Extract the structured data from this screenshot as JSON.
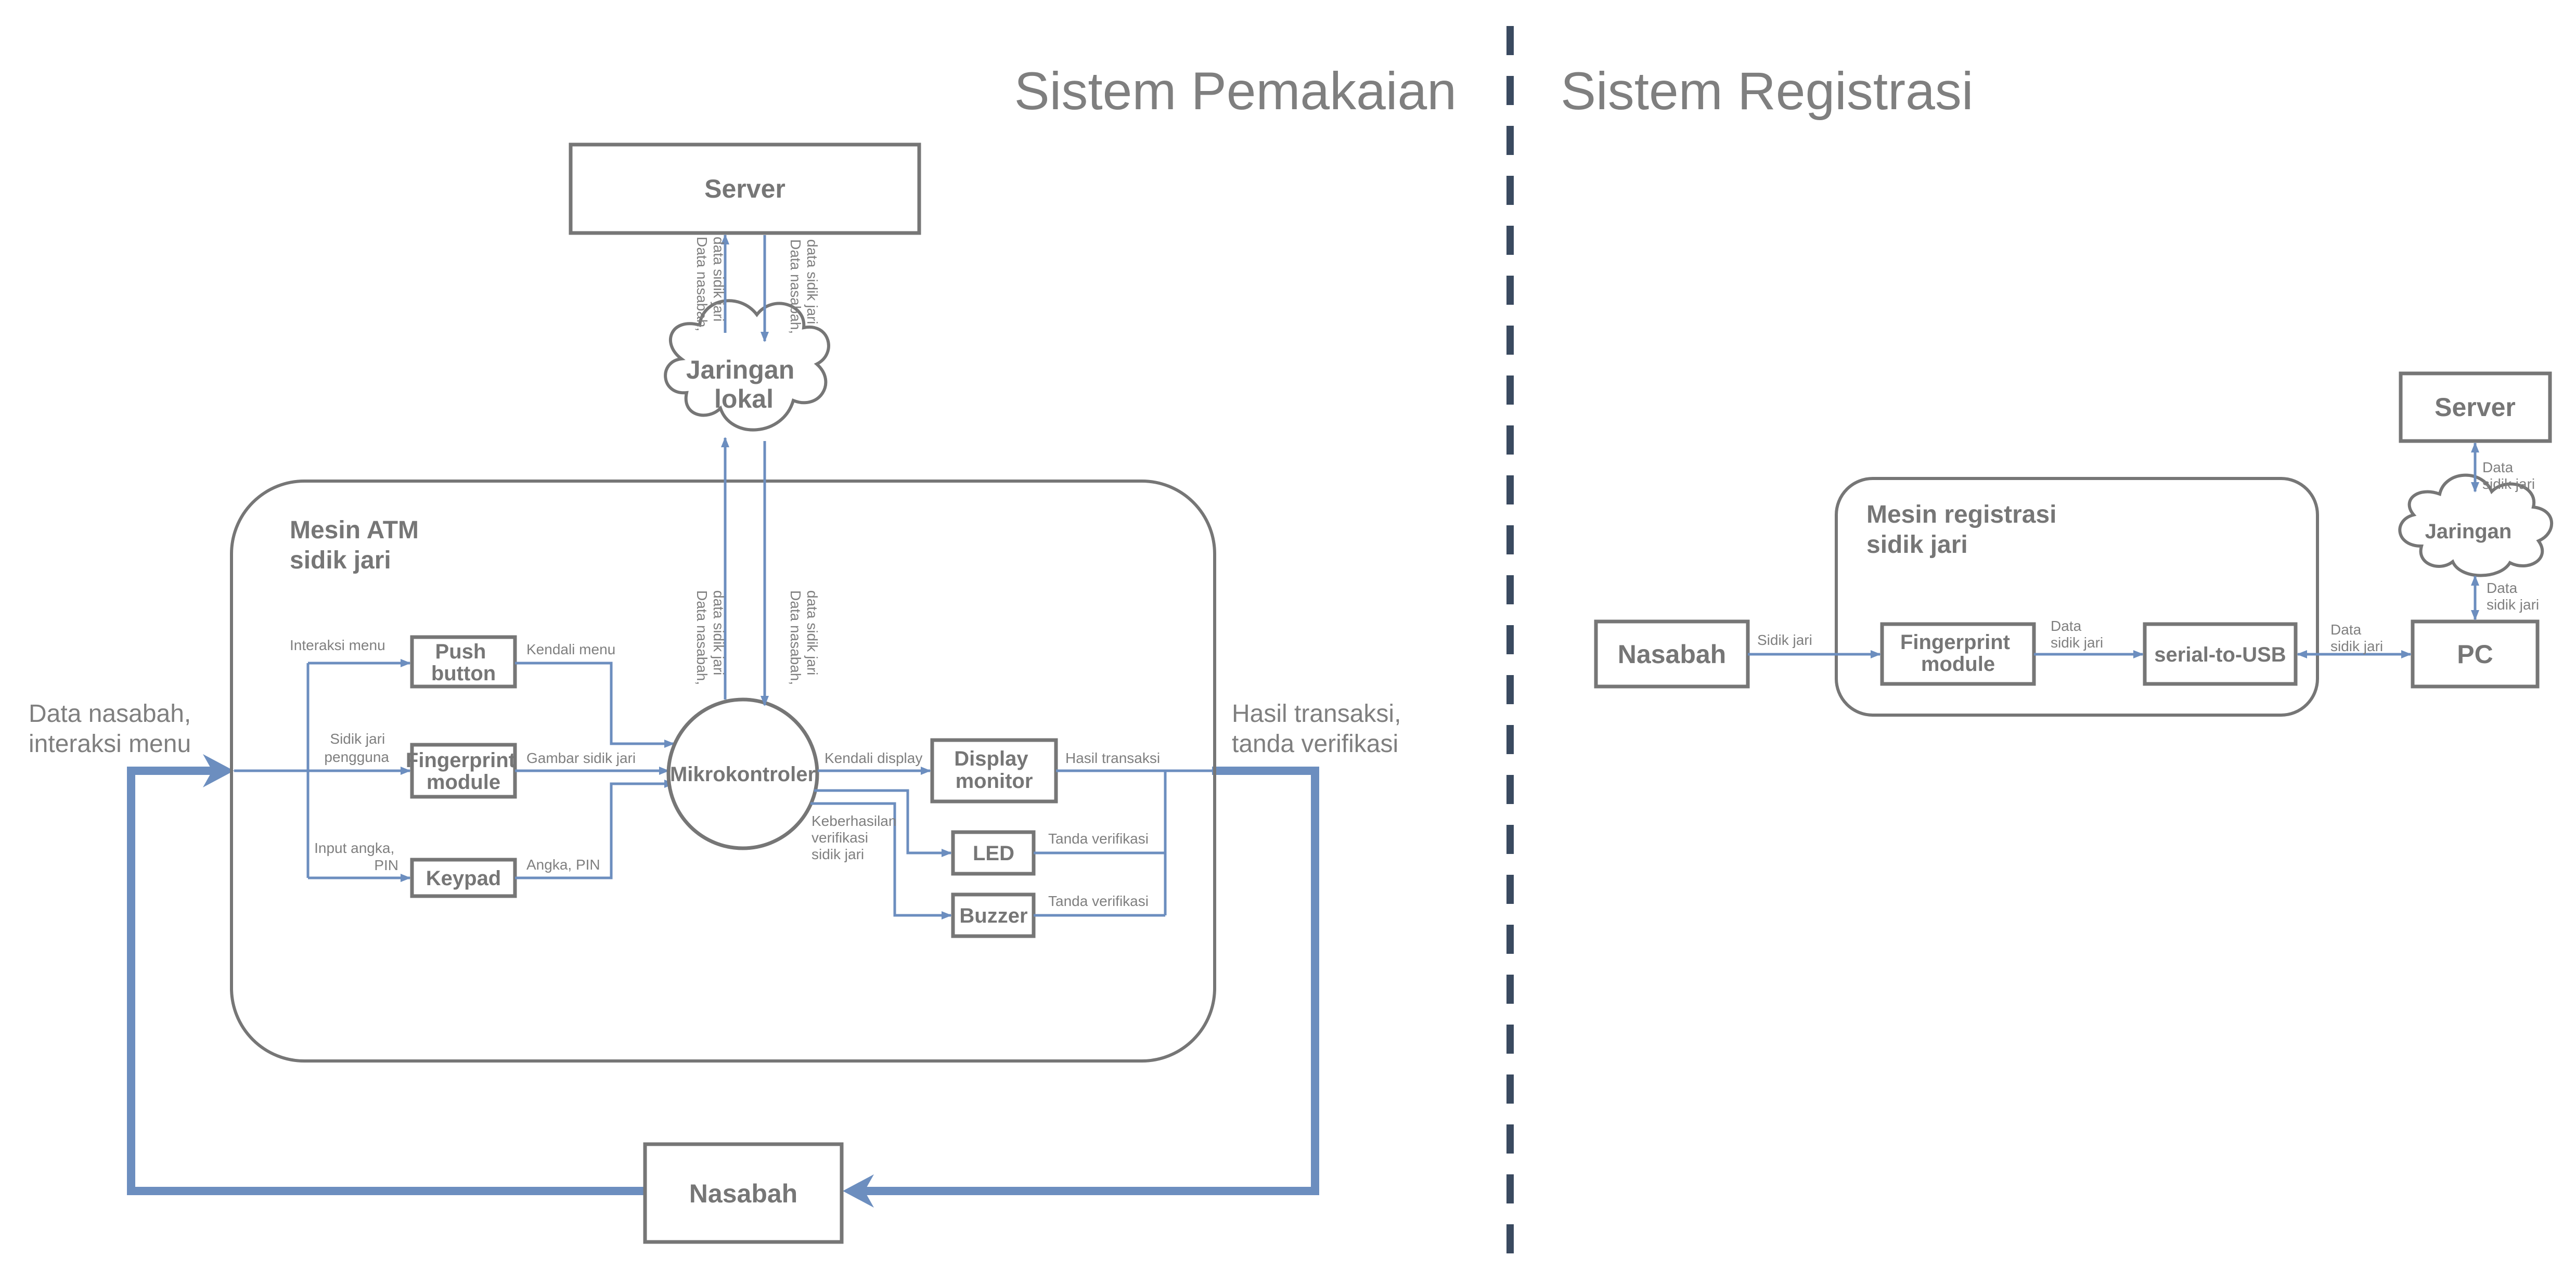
{
  "titles": {
    "usage": "Sistem Pemakaian",
    "registration": "Sistem Registrasi"
  },
  "usage": {
    "server": "Server",
    "network": [
      "Jaringan",
      "lokal"
    ],
    "atm": [
      "Mesin ATM",
      "sidik jari"
    ],
    "push_button": [
      "Push",
      "button"
    ],
    "fingerprint": [
      "Fingerprint",
      "module"
    ],
    "keypad": "Keypad",
    "mcu": "Mikrokontroler",
    "display": [
      "Display",
      "monitor"
    ],
    "led": "LED",
    "buzzer": "Buzzer",
    "nasabah": "Nasabah",
    "input_label": [
      "Data nasabah,",
      "interaksi menu"
    ],
    "output_label": [
      "Hasil transaksi,",
      "tanda verifikasi"
    ],
    "edge": {
      "interaksi_menu": "Interaksi menu",
      "sidik_jari_pengguna": [
        "Sidik jari",
        "pengguna"
      ],
      "input_angka_pin": [
        "Input angka,",
        "PIN"
      ],
      "kendali_menu": "Kendali menu",
      "gambar_sidik_jari": "Gambar sidik jari",
      "angka_pin": "Angka, PIN",
      "kendali_display": "Kendali display",
      "keberhasilan": [
        "Keberhasilan",
        "verifikasi",
        "sidik jari"
      ],
      "hasil_transaksi": "Hasil transaksi",
      "tanda_verifikasi_led": "Tanda verifikasi",
      "tanda_verifikasi_buzzer": "Tanda verifikasi",
      "data_up": [
        "Data nasabah,",
        "data sidik jari"
      ],
      "data_down": [
        "Data nasabah,",
        "data sidik jari"
      ],
      "data_up_lower": [
        "Data nasabah,",
        "data sidik jari"
      ],
      "data_down_lower": [
        "Data nasabah,",
        "data sidik jari"
      ]
    }
  },
  "registration": {
    "nasabah": "Nasabah",
    "machine": [
      "Mesin registrasi",
      "sidik jari"
    ],
    "fingerprint": [
      "Fingerprint",
      "module"
    ],
    "serial_usb": "serial-to-USB",
    "pc": "PC",
    "network": "Jaringan",
    "server": "Server",
    "edge": {
      "sidik_jari": "Sidik jari",
      "data_sidik_jari_1": [
        "Data",
        "sidik jari"
      ],
      "data_sidik_jari_2": [
        "Data",
        "sidik jari"
      ],
      "data_sidik_jari_3": [
        "Data",
        "sidik jari"
      ],
      "data_sidik_jari_4": [
        "Data",
        "sidik jari"
      ]
    }
  },
  "colors": {
    "line": "#6c8ebf",
    "box_stroke": "#767676",
    "text": "#7f7f7f",
    "divider": "#3a4a60"
  }
}
